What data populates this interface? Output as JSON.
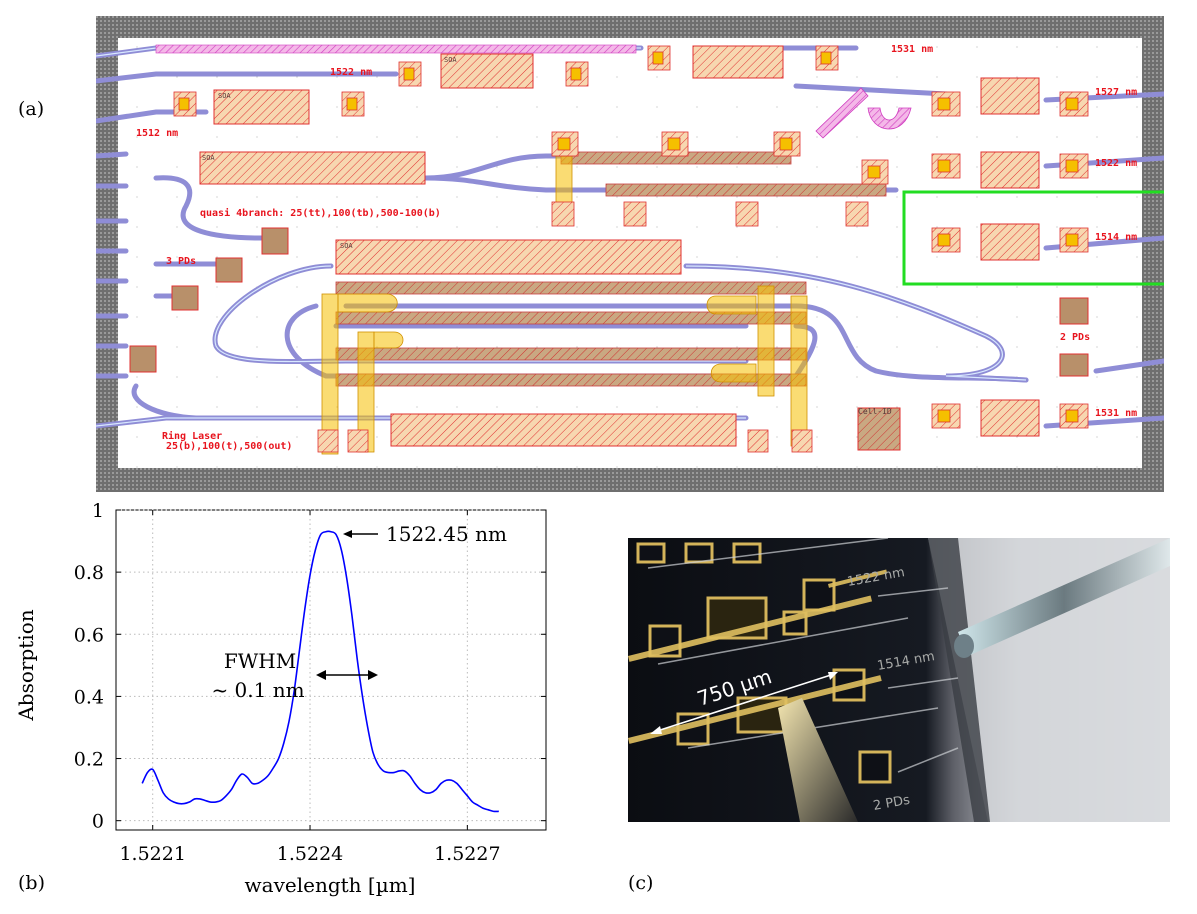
{
  "panels": {
    "a": "(a)",
    "b": "(b)",
    "c": "(c)"
  },
  "layout": {
    "labels": {
      "w1531_top": "1531 nm",
      "w1522_top": "1522 nm",
      "w1512": "1512 nm",
      "w1527": "1527 nm",
      "w1522_right": "1522 nm",
      "w1514": "1514 nm",
      "w1531_bottom": "1531 nm",
      "quasi": "quasi 4branch: 25(tt),100(tb),500-100(b)",
      "pds3": "3 PDs",
      "pds2": "2 PDs",
      "ring1": "Ring Laser",
      "ring2": "25(b),100(t),500(out)",
      "cellid": "Cell-ID",
      "soa": "SOA"
    },
    "colors": {
      "hatch": "#e03030",
      "fill": "#f7d7b0",
      "yellow": "#f5c000",
      "waveguide": "#9a98d8",
      "magenta": "#e048c0",
      "frame": "#7d7d7d",
      "highlight": "#22dd22"
    }
  },
  "chart_data": {
    "type": "line",
    "xlabel": "wavelength [µm]",
    "ylabel": "Absorption",
    "xlim": [
      1.52203,
      1.52285
    ],
    "ylim": [
      -0.03,
      1.0
    ],
    "xticks": [
      "1.5221",
      "1.5224",
      "1.5227"
    ],
    "xtick_values": [
      1.5221,
      1.5224,
      1.5227
    ],
    "yticks": [
      "0",
      "0.2",
      "0.4",
      "0.6",
      "0.8",
      "1"
    ],
    "ytick_values": [
      0,
      0.2,
      0.4,
      0.6,
      0.8,
      1
    ],
    "series": [
      {
        "color": "#0000ff",
        "x": [
          1.52208,
          1.52209,
          1.5221,
          1.52211,
          1.52212,
          1.52213,
          1.52214,
          1.52215,
          1.52216,
          1.52217,
          1.52218,
          1.52219,
          1.5222,
          1.52221,
          1.52222,
          1.52223,
          1.52224,
          1.52225,
          1.52226,
          1.52227,
          1.52228,
          1.52229,
          1.5223,
          1.52231,
          1.52232,
          1.52233,
          1.52234,
          1.52235,
          1.52236,
          1.52237,
          1.52238,
          1.52239,
          1.5224,
          1.52241,
          1.52242,
          1.52243,
          1.52244,
          1.52245,
          1.52246,
          1.52247,
          1.52248,
          1.52249,
          1.5225,
          1.52251,
          1.52252,
          1.52253,
          1.52254,
          1.52255,
          1.52256,
          1.52257,
          1.52258,
          1.52259,
          1.5226,
          1.52261,
          1.52262,
          1.52263,
          1.52264,
          1.52265,
          1.52266,
          1.52267,
          1.52268,
          1.52269,
          1.5227,
          1.52271,
          1.52272,
          1.52273,
          1.52274,
          1.52275,
          1.52276
        ],
        "y": [
          0.12,
          0.155,
          0.165,
          0.13,
          0.09,
          0.07,
          0.06,
          0.055,
          0.055,
          0.06,
          0.07,
          0.07,
          0.065,
          0.06,
          0.06,
          0.065,
          0.08,
          0.1,
          0.13,
          0.15,
          0.14,
          0.12,
          0.12,
          0.13,
          0.145,
          0.17,
          0.2,
          0.25,
          0.32,
          0.42,
          0.55,
          0.68,
          0.79,
          0.87,
          0.92,
          0.93,
          0.93,
          0.92,
          0.87,
          0.78,
          0.66,
          0.52,
          0.4,
          0.3,
          0.22,
          0.18,
          0.16,
          0.155,
          0.155,
          0.16,
          0.16,
          0.145,
          0.12,
          0.1,
          0.09,
          0.09,
          0.1,
          0.12,
          0.13,
          0.13,
          0.12,
          0.1,
          0.08,
          0.06,
          0.05,
          0.04,
          0.035,
          0.03,
          0.03
        ]
      }
    ],
    "annotations": {
      "peak": "1522.45 nm",
      "fwhm_line1": "FWHM",
      "fwhm_line2": "~ 0.1 nm"
    }
  },
  "photo": {
    "scale_label": "750 µm",
    "label_1522": "1522 nm",
    "label_1514": "1514 nm",
    "label_2pds": "2 PDs"
  }
}
